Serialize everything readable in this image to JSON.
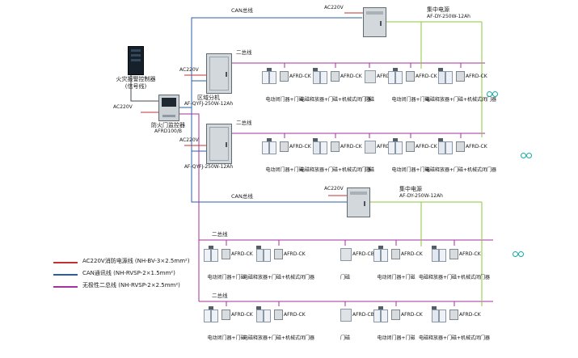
{
  "colors": {
    "fire_power_red": "#c23030",
    "can_blue": "#2a5caa",
    "two_bus_magenta": "#a6309e",
    "dc_power_green": "#8cc63f",
    "marker_teal": "#18a7a0"
  },
  "top_psu": {
    "ac_label": "AC220V",
    "can_label": "CAN总线",
    "name": "集中电源",
    "model": "AF-DY-250W-12Ah"
  },
  "mid_psu": {
    "ac_label": "AC220V",
    "can_label": "CAN总线",
    "name": "集中电源",
    "model": "AF-DY-250W-12Ah"
  },
  "controller": {
    "name": "火灾报警控制器",
    "subtitle": "(信号线)"
  },
  "monitor": {
    "ac_label": "AC220V",
    "name": "防火门监控器",
    "model": "AFRD100/B"
  },
  "regional1": {
    "bus_label": "二总线",
    "ac_label": "AC220V",
    "name": "区域分机",
    "model": "AF-QYFJ-250W-12Ah"
  },
  "regional2": {
    "bus_label": "二总线",
    "ac_label": "AC220V",
    "model": "AF-QYFJ-250W-12Ah"
  },
  "bus3_label": "二总线",
  "bus4_label": "二总线",
  "rows": [
    {
      "groups": [
        {
          "module": "AFRD-CK",
          "caption": "电动闭门器+门磁"
        },
        {
          "module": "AFRD-CK",
          "caption": "电磁释放器+门磁+机械式闭门器"
        },
        {
          "module": "AFRD-CB",
          "caption": "门磁"
        },
        {
          "module": "AFRD-CK",
          "caption": "电动闭门器+门磁"
        },
        {
          "module": "AFRD-CK",
          "caption": "电磁释放器+门磁+机械式闭门器"
        }
      ]
    },
    {
      "groups": [
        {
          "module": "AFRD-CK",
          "caption": "电动闭门器+门磁"
        },
        {
          "module": "AFRD-CK",
          "caption": "电磁释放器+门磁+机械式闭门器"
        },
        {
          "module": "AFRD-CB",
          "caption": "门磁"
        },
        {
          "module": "AFRD-CK",
          "caption": "电动闭门器+门磁"
        },
        {
          "module": "AFRD-CK",
          "caption": "电磁释放器+门磁+机械式闭门器"
        }
      ]
    },
    {
      "groups": [
        {
          "module": "AFRD-CK",
          "caption": "电动闭门器+门磁"
        },
        {
          "module": "AFRD-CK",
          "caption": "电磁释放器+门磁+机械式闭门器"
        },
        {
          "module": "AFRD-CB",
          "caption": "门磁"
        },
        {
          "module": "AFRD-CK",
          "caption": "电动闭门器+门磁"
        },
        {
          "module": "AFRD-CK",
          "caption": "电磁释放器+门磁+机械式闭门器"
        }
      ]
    },
    {
      "groups": [
        {
          "module": "AFRD-CK",
          "caption": "电动闭门器+门磁"
        },
        {
          "module": "AFRD-CK",
          "caption": "电磁释放器+门磁+机械式闭门器"
        },
        {
          "module": "AFRD-CB",
          "caption": "门磁"
        },
        {
          "module": "AFRD-CK",
          "caption": "电动闭门器+门磁"
        },
        {
          "module": "AFRD-CK",
          "caption": "电磁释放器+门磁+机械式闭门器"
        }
      ]
    }
  ],
  "legend": {
    "items": [
      {
        "label": "AC220V消防电源线 (NH-BV-3×2.5mm²)"
      },
      {
        "label": "CAN通讯线 (NH-RVSP-2×1.5mm²)"
      },
      {
        "label": "无极性二总线 (NH-RVSP-2×2.5mm²)"
      }
    ]
  }
}
